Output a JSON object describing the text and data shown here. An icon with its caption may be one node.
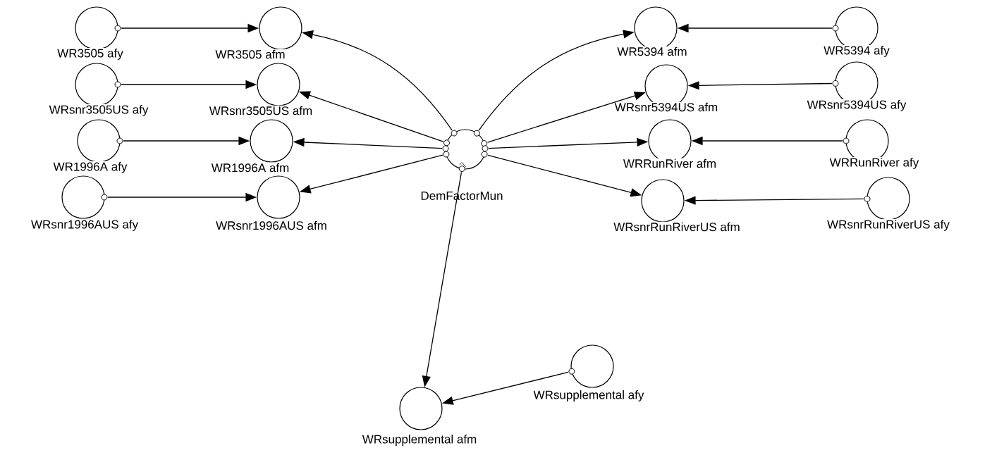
{
  "diagram": {
    "nodes": [
      {
        "text": [
          "WR3505 afy"
        ]
      },
      {
        "text": [
          "WR3505 afm"
        ]
      },
      {
        "text": [
          "WR5394 afm"
        ]
      },
      {
        "text": [
          "WR5394 afy"
        ]
      },
      {
        "text": [
          "WRsnr3505US afy"
        ]
      },
      {
        "text": [
          "WRsnr3505US afm"
        ]
      },
      {
        "text": [
          "DemFactorMun"
        ]
      },
      {
        "text": [
          "WRsnr5394US afm"
        ]
      },
      {
        "text": [
          "WRsnr5394US afy"
        ]
      },
      {
        "text": [
          "WR1996A afy"
        ]
      },
      {
        "text": [
          "WR1996A afm"
        ]
      },
      {
        "text": [
          "WRRunRiver afm"
        ]
      },
      {
        "text": [
          "WRRunRiver afy"
        ]
      },
      {
        "text": [
          "WRsnr1996AUS afy"
        ]
      },
      {
        "text": [
          "WRsnr1996AUS afm"
        ]
      },
      {
        "text": [
          "WRsnrRunRiverUS afm"
        ]
      },
      {
        "text": [
          "WRsnrRunRiverUS afy"
        ]
      },
      {
        "text": [
          "WRsupplemental afy"
        ]
      },
      {
        "text": [
          "WRsupplemental afm"
        ]
      }
    ],
    "edges": [
      {
        "from": 0,
        "to": 1,
        "arrow": "to"
      },
      {
        "from": 6,
        "to": 1,
        "arrow": "to"
      },
      {
        "from": 6,
        "to": 2,
        "arrow": "to"
      },
      {
        "from": 3,
        "to": 2,
        "arrow": "to"
      },
      {
        "from": 4,
        "to": 5,
        "arrow": "to"
      },
      {
        "from": 6,
        "to": 5,
        "arrow": "to"
      },
      {
        "from": 6,
        "to": 7,
        "arrow": "to"
      },
      {
        "from": 8,
        "to": 7,
        "arrow": "to"
      },
      {
        "from": 9,
        "to": 10,
        "arrow": "to"
      },
      {
        "from": 6,
        "to": 10,
        "arrow": "to"
      },
      {
        "from": 6,
        "to": 11,
        "arrow": "to"
      },
      {
        "from": 12,
        "to": 11,
        "arrow": "to"
      },
      {
        "from": 13,
        "to": 14,
        "arrow": "to"
      },
      {
        "from": 6,
        "to": 14,
        "arrow": "to"
      },
      {
        "from": 6,
        "to": 15,
        "arrow": "to"
      },
      {
        "from": 16,
        "to": 15,
        "arrow": "to"
      },
      {
        "from": 6,
        "to": 18,
        "arrow": "to"
      },
      {
        "from": 17,
        "to": 18,
        "arrow": "to"
      }
    ]
  }
}
